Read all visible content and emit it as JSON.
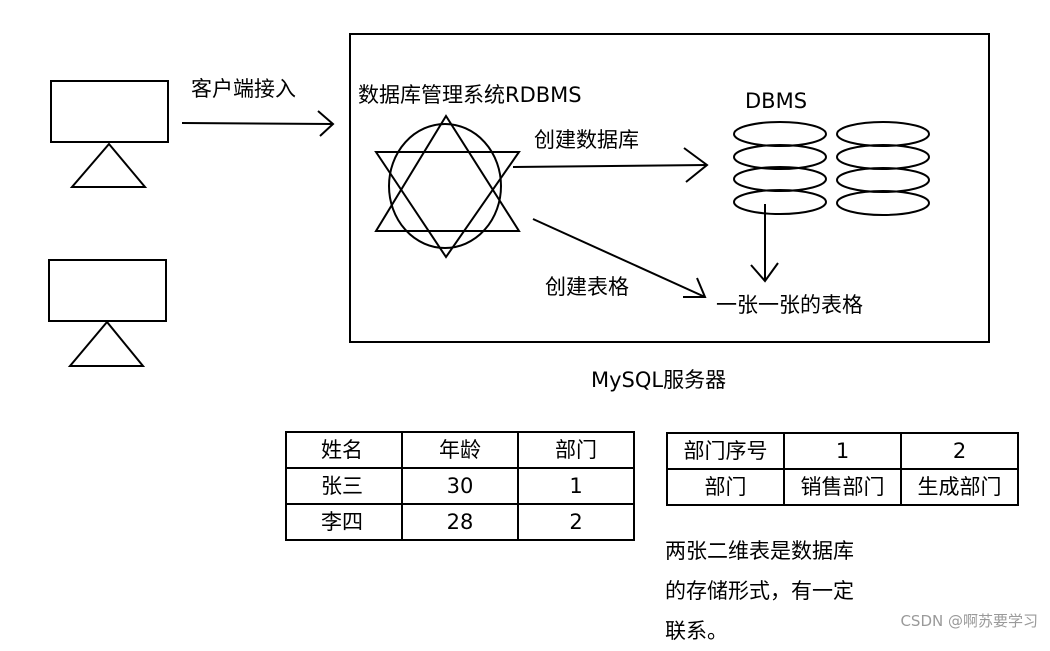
{
  "labels": {
    "client_access": "客户端接入",
    "rdbms": "数据库管理系统RDBMS",
    "dbms": "DBMS",
    "create_database": "创建数据库",
    "create_table": "创建表格",
    "tables": "一张一张的表格",
    "server": "MySQL服务器"
  },
  "employee_table": {
    "headers": [
      "姓名",
      "年龄",
      "部门"
    ],
    "rows": [
      [
        "张三",
        "30",
        "1"
      ],
      [
        "李四",
        "28",
        "2"
      ]
    ]
  },
  "dept_table": {
    "rows": [
      [
        "部门序号",
        "1",
        "2"
      ],
      [
        "部门",
        "销售部门",
        "生成部门"
      ]
    ]
  },
  "note": {
    "lines": [
      "两张二维表是数据库",
      "的存储形式，有一定",
      "联系。"
    ]
  },
  "watermark": "CSDN @啊苏要学习"
}
